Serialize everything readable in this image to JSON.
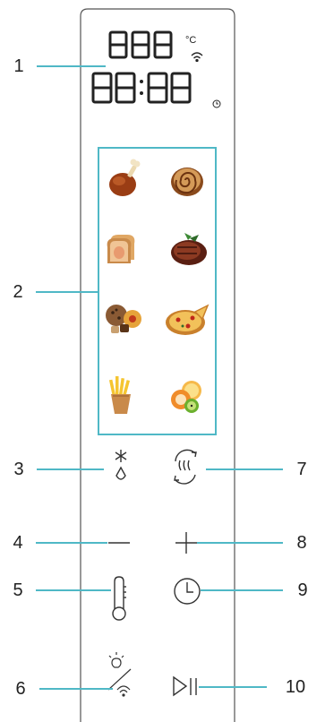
{
  "display": {
    "temp_digits": "888",
    "temp_unit": "°C",
    "time_digits": "88:88"
  },
  "callouts": [
    {
      "num": "1",
      "target": "display"
    },
    {
      "num": "2",
      "target": "food-programs-panel"
    },
    {
      "num": "3",
      "target": "defrost-button"
    },
    {
      "num": "4",
      "target": "minus-button"
    },
    {
      "num": "5",
      "target": "temperature-button"
    },
    {
      "num": "6",
      "target": "light-wifi-button"
    },
    {
      "num": "7",
      "target": "shake-reminder-button"
    },
    {
      "num": "8",
      "target": "plus-button"
    },
    {
      "num": "9",
      "target": "timer-button"
    },
    {
      "num": "10",
      "target": "start-pause-button"
    }
  ],
  "programs": [
    "chicken-leg-icon",
    "cinnamon-roll-icon",
    "toast-icon",
    "steak-icon",
    "cookies-icon",
    "pizza-icon",
    "fries-icon",
    "fruit-icon"
  ],
  "colors": {
    "accent": "#4fb8c6",
    "line": "#333333",
    "panel_border": "#555555"
  }
}
